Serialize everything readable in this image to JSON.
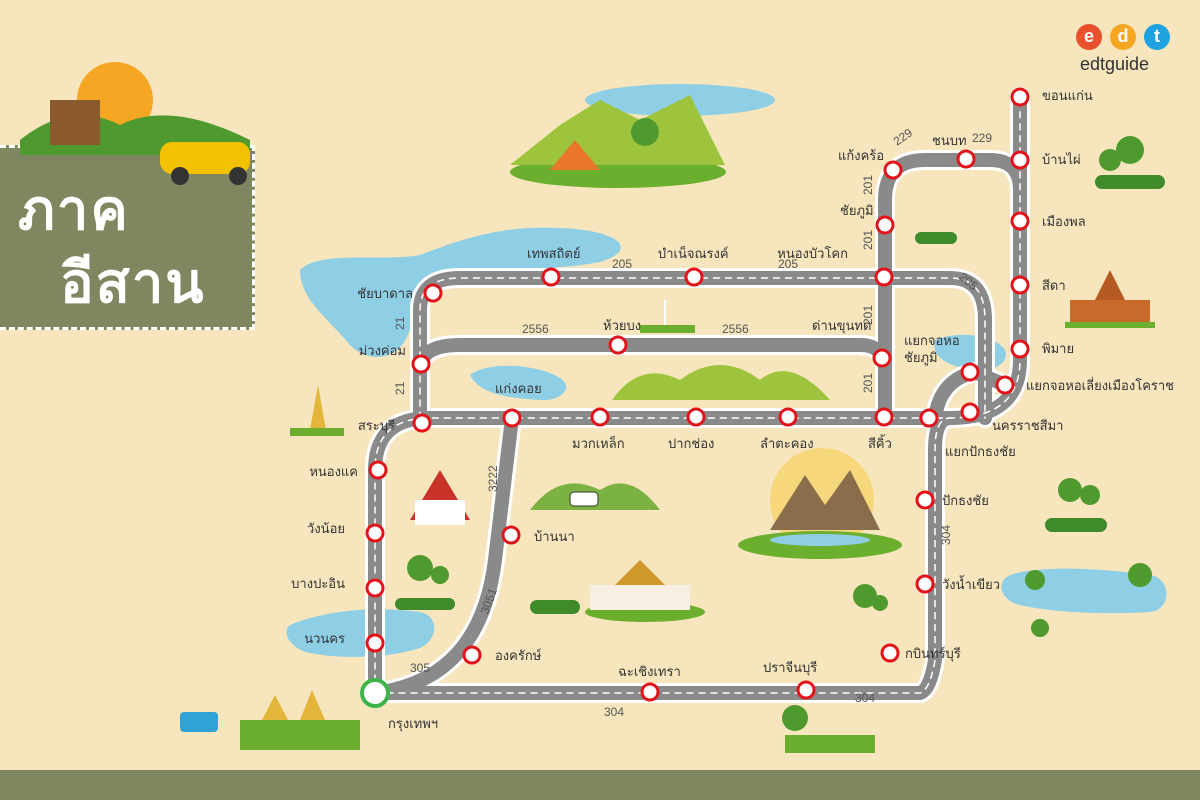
{
  "title": {
    "line1": "ภาค",
    "line2": "อีสาน"
  },
  "logo": {
    "letters": [
      "e",
      "d",
      "t"
    ],
    "letter_colors": [
      "#e8502e",
      "#f5a623",
      "#1fa3e0"
    ],
    "brand": "edtguide"
  },
  "colors": {
    "background": "#f7e6bd",
    "road": "#8a8a8a",
    "road_edge": "#ffffff",
    "stop_fill": "#ffffff",
    "stop_ring": "#e3131b",
    "origin_ring": "#3db54a",
    "water": "#8fcfe6",
    "grass": "#6cae2e",
    "panel": "#7f8760"
  },
  "stops": [
    {
      "id": "bangkok",
      "label": "กรุงเทพฯ",
      "origin": true
    },
    {
      "id": "nawanakhon",
      "label": "นวนคร"
    },
    {
      "id": "bangpain",
      "label": "บางปะอิน"
    },
    {
      "id": "wangnoi",
      "label": "วังน้อย"
    },
    {
      "id": "nongkhae",
      "label": "หนองแค"
    },
    {
      "id": "saraburi",
      "label": "สระบุรี"
    },
    {
      "id": "kaengkhoi",
      "label": "แก่งคอย"
    },
    {
      "id": "muakklek",
      "label": "มวกเหล็ก"
    },
    {
      "id": "pakchong",
      "label": "ปากช่อง"
    },
    {
      "id": "lamtakhong",
      "label": "ลำตะคอง"
    },
    {
      "id": "sikhio",
      "label": "สีคิ้ว"
    },
    {
      "id": "nakhonratchasima",
      "label": "นครราชสีมา"
    },
    {
      "id": "yaekjorhorliang",
      "label": "แยกจอหอเลี่ยงเมืองโคราช"
    },
    {
      "id": "phimai",
      "label": "พิมาย"
    },
    {
      "id": "sida",
      "label": "สีดา"
    },
    {
      "id": "muangphon",
      "label": "เมืองพล"
    },
    {
      "id": "banphai",
      "label": "บ้านไผ่"
    },
    {
      "id": "khonkaen",
      "label": "ขอนแก่น"
    },
    {
      "id": "chonnabot",
      "label": "ชนบท"
    },
    {
      "id": "kaengkhro",
      "label": "แก้งคร้อ"
    },
    {
      "id": "chaiyaphum",
      "label": "ชัยภูมิ"
    },
    {
      "id": "nongbuakhok",
      "label": "หนองบัวโคก"
    },
    {
      "id": "yaekjorhochaiyaphum",
      "label": "แยกจอหอ\nชัยภูมิ"
    },
    {
      "id": "bamnetnarong",
      "label": "บำเน็จณรงค์"
    },
    {
      "id": "thepsathit",
      "label": "เทพสถิตย์"
    },
    {
      "id": "chaibadan",
      "label": "ชัยบาดาล"
    },
    {
      "id": "muangkhom",
      "label": "ม่วงค่อม"
    },
    {
      "id": "huaiyong",
      "label": "ห้วยบง"
    },
    {
      "id": "dankhunthot",
      "label": "ด่านขุนทด"
    },
    {
      "id": "yaekpakthongchai",
      "label": "แยกปักธงชัย"
    },
    {
      "id": "pakthongchai",
      "label": "ปักธงชัย"
    },
    {
      "id": "wangnamkhiao",
      "label": "วังน้ำเขียว"
    },
    {
      "id": "kabinburi",
      "label": "กบินทร์บุรี"
    },
    {
      "id": "prachinburi",
      "label": "ปราจีนบุรี"
    },
    {
      "id": "chachoengsao",
      "label": "ฉะเชิงเทรา"
    },
    {
      "id": "ongkharak",
      "label": "องครักษ์"
    },
    {
      "id": "bannna",
      "label": "บ้านนา"
    }
  ],
  "route_numbers": [
    {
      "id": "r229a",
      "text": "229"
    },
    {
      "id": "r229b",
      "text": "229"
    },
    {
      "id": "r201a",
      "text": "201"
    },
    {
      "id": "r201b",
      "text": "201"
    },
    {
      "id": "r201c",
      "text": "201"
    },
    {
      "id": "r201d",
      "text": "201"
    },
    {
      "id": "r205a",
      "text": "205"
    },
    {
      "id": "r205b",
      "text": "205"
    },
    {
      "id": "r205c",
      "text": "205"
    },
    {
      "id": "r2556a",
      "text": "2556"
    },
    {
      "id": "r2556b",
      "text": "2556"
    },
    {
      "id": "r21a",
      "text": "21"
    },
    {
      "id": "r21b",
      "text": "21"
    },
    {
      "id": "r3222",
      "text": "3222"
    },
    {
      "id": "r3051",
      "text": "3051"
    },
    {
      "id": "r305",
      "text": "305"
    },
    {
      "id": "r304a",
      "text": "304"
    },
    {
      "id": "r304b",
      "text": "304"
    },
    {
      "id": "r304c",
      "text": "304"
    }
  ]
}
